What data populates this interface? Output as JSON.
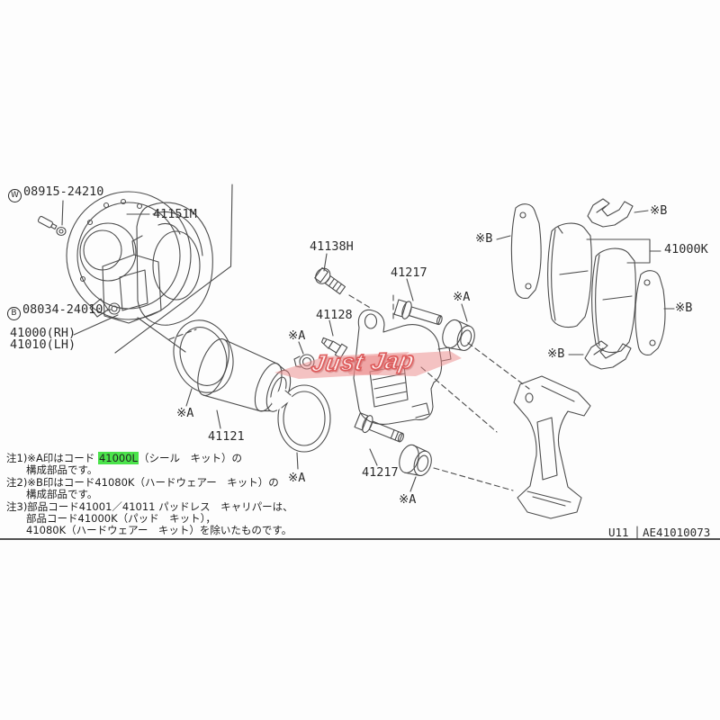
{
  "diagram": {
    "assembled_view": {
      "washer_label": {
        "prefix": "W",
        "number": "08915-24210"
      },
      "backing_plate_label": "41151M",
      "mount_bolt_label": {
        "prefix": "B",
        "number": "08034-24010"
      },
      "caliper_assy_rh_label": "41000(RH)",
      "caliper_assy_lh_label": "41010(LH)"
    },
    "exploded_view": {
      "pin_bolt_label": "41138H",
      "slide_pin_upper_label": "41217",
      "bleeder_valve_label": "41128",
      "piston_label": "41121",
      "slide_pin_lower_label": "41217",
      "pad_kit_label": "41000K",
      "seal_kit_ref": "※A",
      "hardware_kit_ref": "※B"
    }
  },
  "notes": {
    "n1_line1_prefix": "注1)※A印はコード ",
    "n1_code": "41000L",
    "n1_line1_suffix": "（シール　キット）の",
    "n1_line2": "構成部品です。",
    "n2_line1": "注2)※B印はコード41080K（ハードウェアー　キット）の",
    "n2_line2": "構成部品です。",
    "n3_line1": "注3)部品コード41001／41011 パッドレス　キャリパーは、",
    "n3_line2": "部品コード41000K（パッド　キット），",
    "n3_line3": "41080K（ハードウェアー　キット）を除いたものです。"
  },
  "footer": {
    "model_code": "U11",
    "drawing_number": "AE41010073"
  },
  "watermark": {
    "text": "Just Jap"
  },
  "colors": {
    "highlight_green": "#4be34b",
    "watermark_red": "#eb8888",
    "line_gray": "#4d4d4d"
  }
}
